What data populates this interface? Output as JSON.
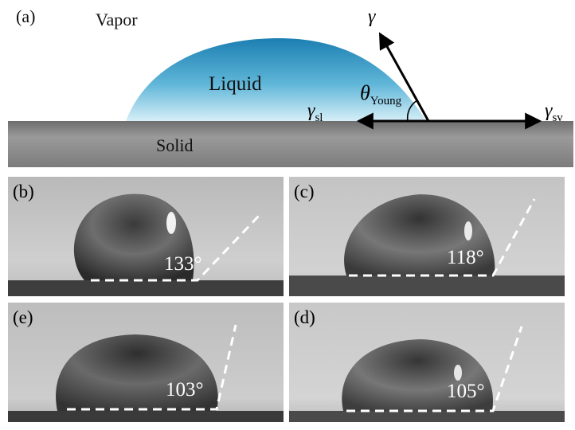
{
  "schematic": {
    "panel_label": "(a)",
    "vapor": "Vapor",
    "liquid": "Liquid",
    "solid": "Solid",
    "gamma": "γ",
    "gamma_sl_base": "γ",
    "gamma_sl_sub": "sl",
    "gamma_sv_base": "γ",
    "gamma_sv_sub": "sv",
    "theta_base": "θ",
    "theta_sub": "Young",
    "colors": {
      "liquid_top": "#1f86b8",
      "liquid_bottom": "#cfeaf4",
      "solid": "#8a8a8a"
    }
  },
  "photos": [
    {
      "label": "(b)",
      "angle": "133°"
    },
    {
      "label": "(c)",
      "angle": "118°"
    },
    {
      "label": "(e)",
      "angle": "103°"
    },
    {
      "label": "(d)",
      "angle": "105°"
    }
  ]
}
